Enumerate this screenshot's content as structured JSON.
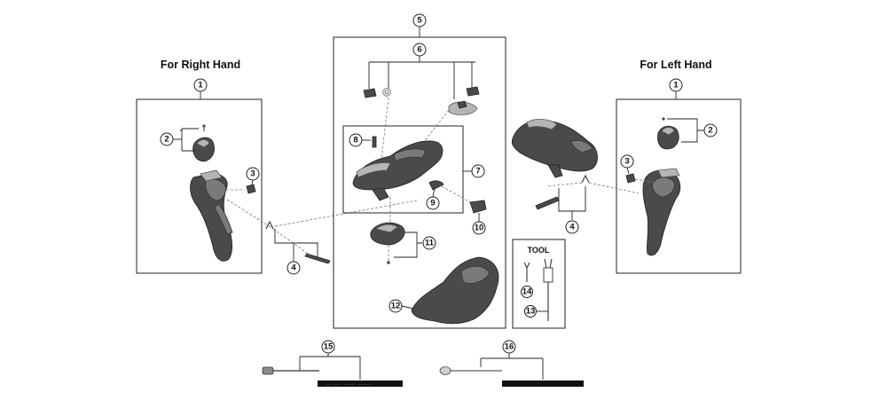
{
  "labels": {
    "right_hand": "For Right Hand",
    "left_hand": "For Left Hand",
    "tool": "TOOL"
  },
  "callouts": {
    "c1": "1",
    "c2": "2",
    "c3": "3",
    "c4": "4",
    "c5": "5",
    "c6": "6",
    "c7": "7",
    "c8": "8",
    "c9": "9",
    "c10": "10",
    "c11": "11",
    "c12": "12",
    "c13": "13",
    "c14": "14",
    "c15": "15",
    "c16": "16"
  }
}
